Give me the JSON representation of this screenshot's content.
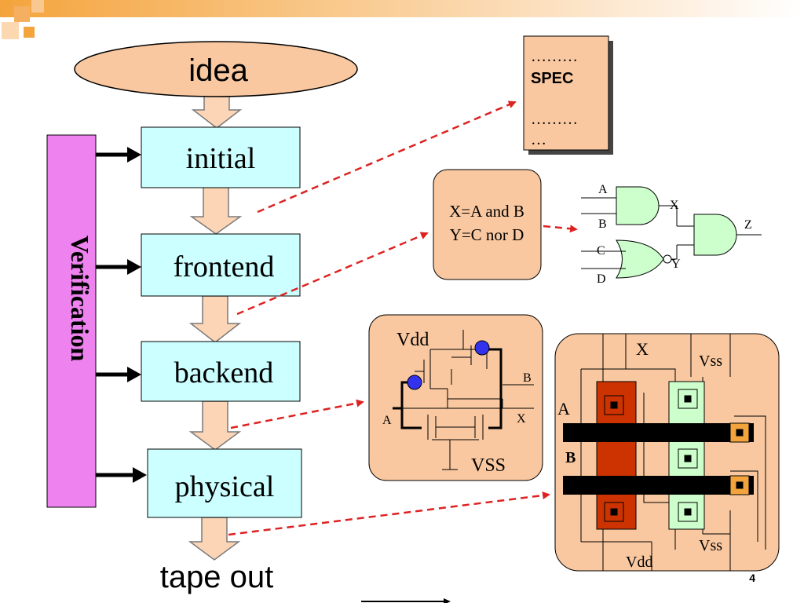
{
  "flow": {
    "idea": "idea",
    "initial": "initial",
    "frontend": "frontend",
    "backend": "backend",
    "physical": "physical",
    "tape_out": "tape out"
  },
  "verification": "Verification",
  "spec": {
    "dots_top": "………",
    "title": "SPEC",
    "dots_mid": "………",
    "dots_bottom": "…"
  },
  "logic": {
    "eq1": "X=A and B",
    "eq2": "Y=C nor D"
  },
  "gates": {
    "a": "A",
    "b": "B",
    "c": "C",
    "d": "D",
    "x": "X",
    "y": "Y",
    "z": "Z"
  },
  "transistor": {
    "vdd": "Vdd",
    "vss": "VSS",
    "a": "A",
    "b": "B",
    "x": "X"
  },
  "layout": {
    "x": "X",
    "vss_top": "Vss",
    "a": "A",
    "b": "B",
    "vss_bottom": "Vss",
    "vdd": "Vdd"
  },
  "page_number": "4",
  "colors": {
    "flow_box": "#ccffff",
    "arrow": "#fbd5b5",
    "peach": "#f9c8a0",
    "verification": "#ee82ee",
    "dashed": "#dd2222",
    "header_orange": "#f4a43c"
  }
}
